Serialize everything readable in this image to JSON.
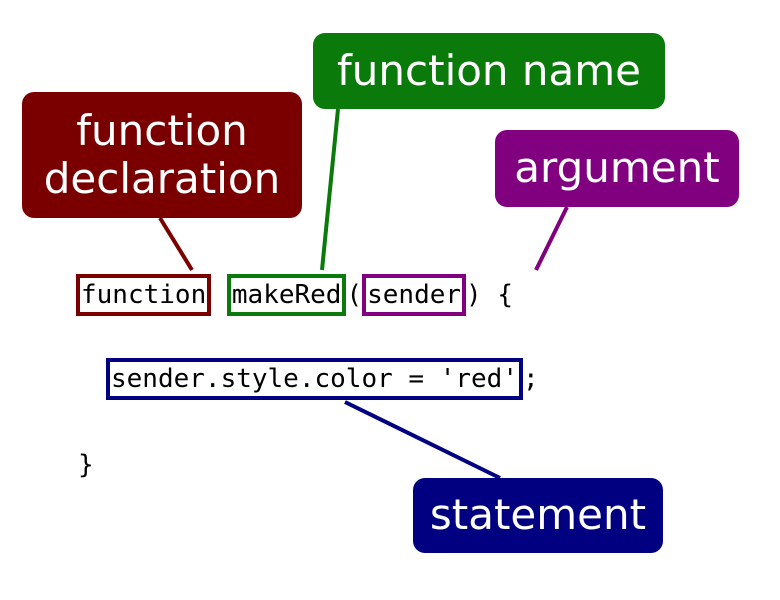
{
  "colors": {
    "declaration": "#7a0000",
    "name": "#0a7a0a",
    "argument": "#800080",
    "statement": "#000080"
  },
  "callouts": {
    "declaration": "function\ndeclaration",
    "name": "function name",
    "argument": "argument",
    "statement": "statement"
  },
  "code": {
    "line1": {
      "keyword": "function",
      "space": " ",
      "name": "makeRed",
      "open_paren": "(",
      "argument": "sender",
      "rest": ") {"
    },
    "line2": {
      "statement": "sender.style.color = 'red'",
      "semicolon": ";"
    },
    "line3": {
      "closing": "}"
    }
  }
}
